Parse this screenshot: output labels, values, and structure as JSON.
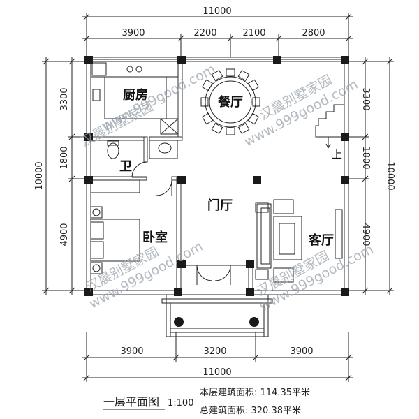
{
  "dimensions": {
    "top_total": "11000",
    "top_segments": [
      "3900",
      "2200",
      "2100",
      "2800"
    ],
    "left_segments": [
      "3300",
      "1800",
      "4900"
    ],
    "left_total": "10000",
    "right_segments": [
      "3300",
      "1800",
      "4900"
    ],
    "right_total": "10000",
    "bottom_segments": [
      "3900",
      "3200",
      "3900"
    ],
    "bottom_total": "11000"
  },
  "rooms": {
    "kitchen": "厨房",
    "dining": "餐厅",
    "bathroom": "卫",
    "bedroom": "卧室",
    "foyer": "门厅",
    "living": "客厅",
    "stair_up": "上"
  },
  "watermarks": {
    "brand": "汉晨别墅家园",
    "url": "www.999good.com"
  },
  "caption": {
    "title": "一层平面图",
    "scale": "1:100",
    "floor_area": "本层建筑面积: 114.35平米",
    "total_area": "总建筑面积: 320.38平米"
  },
  "colors": {
    "line": "#222222",
    "column": "#1a1a1a",
    "watermark": "#9aa3ad"
  }
}
